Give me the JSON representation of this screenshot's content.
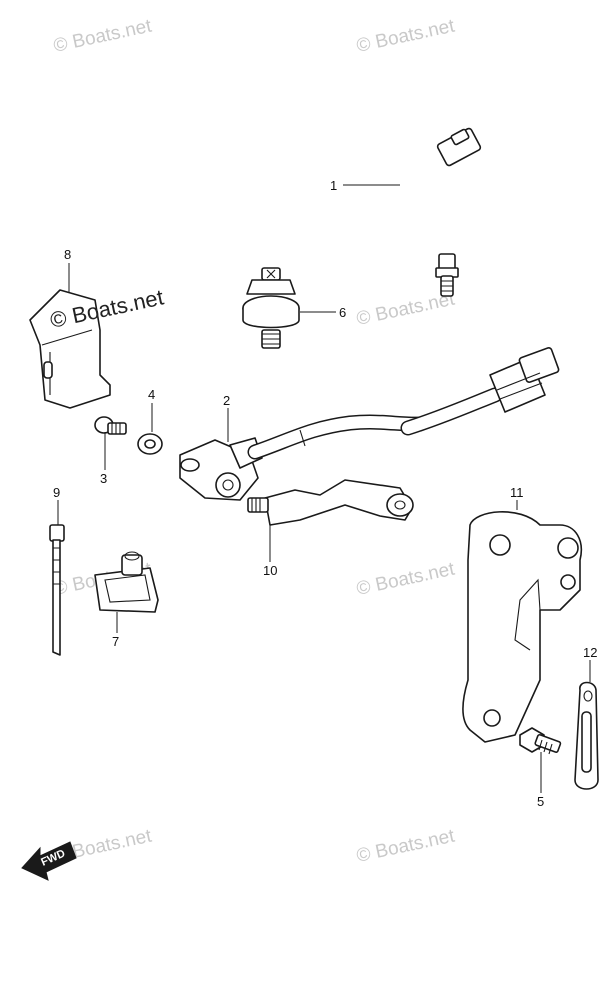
{
  "watermarks": {
    "text": "© Boats.net",
    "overlay": "© Boats.net"
  },
  "fwd_arrow": {
    "label": "FWD"
  },
  "callouts": [
    "1",
    "2",
    "3",
    "4",
    "5",
    "6",
    "7",
    "8",
    "9",
    "10",
    "11",
    "12"
  ],
  "colors": {
    "line": "#1a1a1a",
    "watermark": "#c9c9c9",
    "background": "#ffffff"
  }
}
